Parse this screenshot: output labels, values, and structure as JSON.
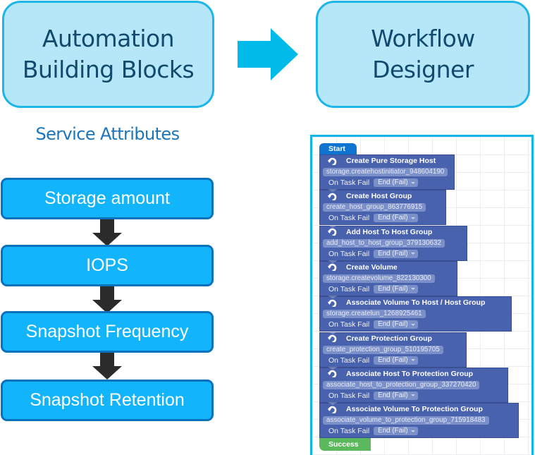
{
  "header": {
    "left_box": {
      "line1": "Automation",
      "line2": "Building Blocks"
    },
    "right_box": {
      "line1": "Workflow",
      "line2": "Designer"
    },
    "arrow_icon": "arrow-right-icon"
  },
  "service_attributes": {
    "title": "Service Attributes",
    "items": [
      {
        "label": "Storage amount"
      },
      {
        "label": "IOPS"
      },
      {
        "label": "Snapshot Frequency"
      },
      {
        "label": "Snapshot Retention"
      }
    ],
    "connector_icon": "arrow-down-icon"
  },
  "workflow": {
    "start_label": "Start",
    "success_label": "Success",
    "fail_label": "On Task Fail",
    "fail_option": "End (Fail)",
    "task_icon": "task-refresh-icon",
    "tasks": [
      {
        "title": "Create Pure Storage Host",
        "id": "storage.createhostinitiator_948604190"
      },
      {
        "title": "Create Host Group",
        "id": "create_host_group_863776915"
      },
      {
        "title": "Add Host To Host Group",
        "id": "add_host_to_host_group_379130632"
      },
      {
        "title": "Create Volume",
        "id": "storage.createvolume_822130300"
      },
      {
        "title": "Associate Volume To Host / Host Group",
        "id": "storage.createlun_1268925461"
      },
      {
        "title": "Create Protection Group",
        "id": "create_protection_group_510195705"
      },
      {
        "title": "Associate Host To Protection Group",
        "id": "associate_host_to_protection_group_337270420"
      },
      {
        "title": "Associate Volume To Protection Group",
        "id": "associate_volume_to_protection_group_715918483"
      }
    ]
  },
  "colors": {
    "header_box_fill": "#b6e7f9",
    "header_box_border": "#1cb6ea",
    "attr_box_fill": "#12b5fb",
    "attr_box_border": "#0a71bd",
    "task_block": "#4962ad",
    "start": "#0f74d1",
    "success": "#5cb85c"
  }
}
